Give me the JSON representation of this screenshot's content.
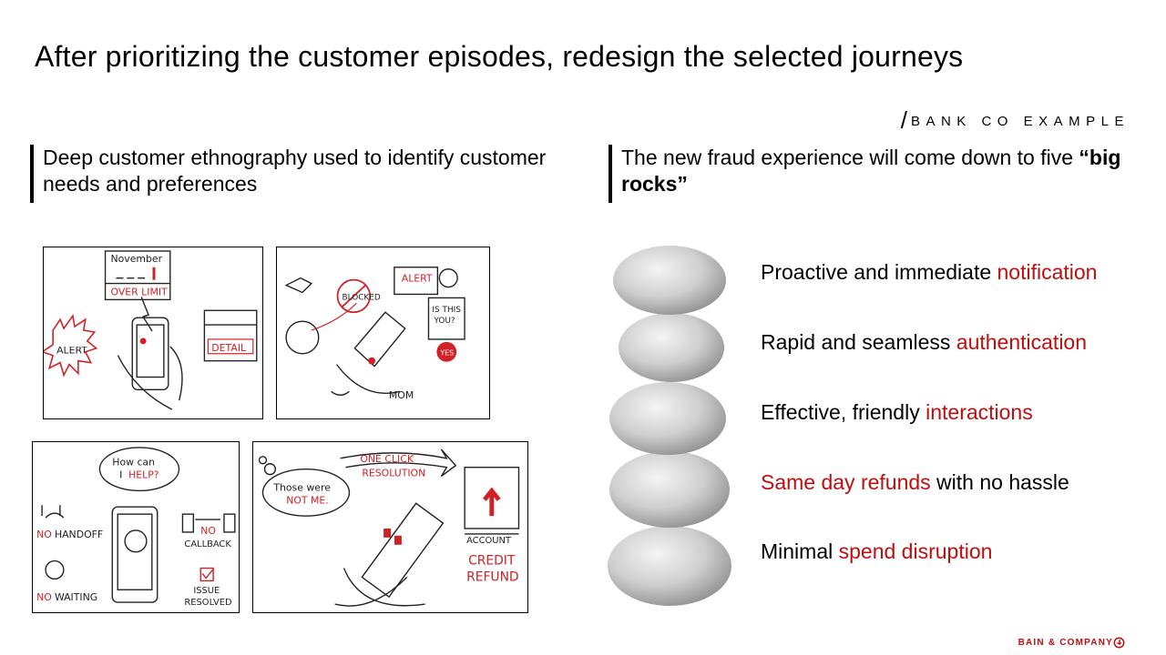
{
  "title": "After prioritizing the customer episodes, redesign the selected journeys",
  "example_tag": "BANK CO EXAMPLE",
  "left_section": {
    "heading": "Deep customer ethnography used to identify customer needs and preferences"
  },
  "right_section": {
    "heading_plain": "The new fraud experience will come down to five ",
    "heading_bold": "“big rocks”"
  },
  "sketches": {
    "s1": {
      "month": "November",
      "over_limit": "OVER LIMIT",
      "alert": "ALERT",
      "detail": "DETAIL"
    },
    "s2": {
      "blocked": "BLOCKED",
      "alert": "ALERT",
      "is_this_you_1": "IS THIS",
      "is_this_you_2": "YOU?",
      "yes": "YES",
      "mom": "MOM"
    },
    "s3": {
      "how_can_1": "How can",
      "how_can_2": "I",
      "help": "HELP?",
      "no_1": "NO",
      "handoff": "HANDOFF",
      "no_2": "NO",
      "callback": "CALLBACK",
      "no_3": "NO",
      "waiting": "WAITING",
      "issue": "ISSUE",
      "resolved": "RESOLVED"
    },
    "s4": {
      "those_were": "Those were",
      "not_me": "NOT ME.",
      "one_click": "ONE CLICK",
      "resolution": "RESOLUTION",
      "account": "ACCOUNT",
      "credit": "CREDIT",
      "refund": "REFUND"
    }
  },
  "big_rocks": [
    {
      "plain_before": "Proactive and immediate ",
      "highlight": "notification",
      "plain_after": ""
    },
    {
      "plain_before": "Rapid and seamless ",
      "highlight": "authentication",
      "plain_after": ""
    },
    {
      "plain_before": "Effective, friendly ",
      "highlight": "interactions",
      "plain_after": ""
    },
    {
      "plain_before": "",
      "highlight": "Same day refunds",
      "plain_after": " with no hassle"
    },
    {
      "plain_before": "Minimal ",
      "highlight": "spend disruption",
      "plain_after": ""
    }
  ],
  "brand": "BAIN & COMPANY",
  "colors": {
    "accent_red": "#c00d0d",
    "sketch_red": "#d12026",
    "text": "#000000"
  }
}
